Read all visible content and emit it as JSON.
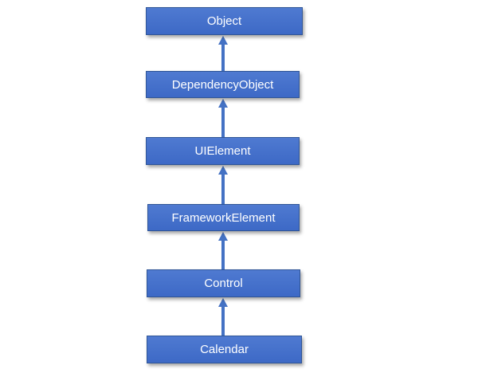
{
  "diagram": {
    "nodes": [
      {
        "id": "object",
        "label": "Object"
      },
      {
        "id": "dependency",
        "label": "DependencyObject"
      },
      {
        "id": "uielement",
        "label": "UIElement"
      },
      {
        "id": "framework",
        "label": "FrameworkElement"
      },
      {
        "id": "control",
        "label": "Control"
      },
      {
        "id": "calendar",
        "label": "Calendar"
      }
    ],
    "edges": [
      {
        "from": "dependency",
        "to": "object"
      },
      {
        "from": "uielement",
        "to": "dependency"
      },
      {
        "from": "framework",
        "to": "uielement"
      },
      {
        "from": "control",
        "to": "framework"
      },
      {
        "from": "calendar",
        "to": "control"
      }
    ],
    "colors": {
      "box_fill": "#4472c4",
      "box_border": "#2f5597",
      "arrow": "#4472c4",
      "text": "#ffffff"
    }
  }
}
